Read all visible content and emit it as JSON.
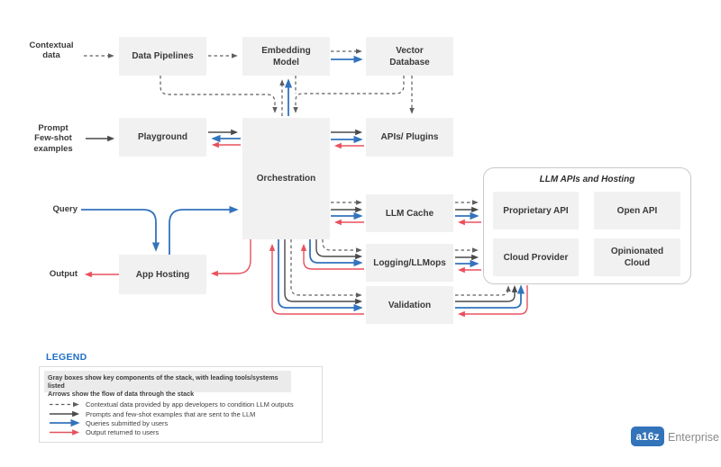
{
  "colors": {
    "box_fill": "#f1f1f1",
    "arrow_dark": "#4a4a4a",
    "arrow_dashed": "#5f5f5f",
    "arrow_blue": "#3273bd",
    "arrow_red": "#e8505e",
    "legend_title": "#1f70c4",
    "logo_blue": "#3273b9"
  },
  "nodes": {
    "data_pipelines": "Data Pipelines",
    "embedding_model": "Embedding\nModel",
    "vector_database": "Vector\nDatabase",
    "playground": "Playground",
    "orchestration": "Orchestration",
    "apis_plugins": "APIs/ Plugins",
    "llm_cache": "LLM Cache",
    "logging_llmops": "Logging/LLMops",
    "validation": "Validation",
    "app_hosting": "App Hosting",
    "proprietary_api": "Proprietary API",
    "open_api": "Open API",
    "cloud_provider": "Cloud Provider",
    "opinionated_cloud": "Opinionated\nCloud"
  },
  "side_labels": {
    "contextual_data": "Contextual\ndata",
    "prompt_few_shot": "Prompt\nFew-shot\nexamples",
    "query": "Query",
    "output": "Output"
  },
  "group": {
    "title": "LLM APIs and Hosting"
  },
  "legend": {
    "title": "LEGEND",
    "note_boxes": "Gray boxes show key components of the stack, with leading tools/systems listed",
    "note_arrows": "Arrows show the flow of data through the stack",
    "items": [
      {
        "style": "dashed",
        "label": "Contextual data provided by app developers to condition LLM outputs"
      },
      {
        "style": "solid-dark",
        "label": "Prompts and few-shot examples that are sent to the LLM"
      },
      {
        "style": "solid-blue",
        "label": "Queries submitted by users"
      },
      {
        "style": "solid-red",
        "label": "Output returned to users"
      }
    ]
  },
  "logo": {
    "mark": "a16z",
    "suffix": "Enterprise"
  }
}
